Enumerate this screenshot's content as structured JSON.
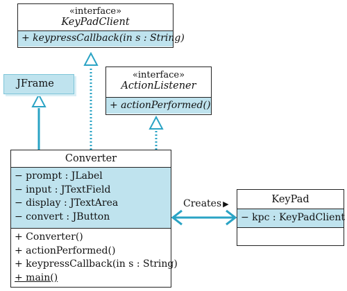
{
  "keypad_client": {
    "stereotype": "«interface»",
    "name": "KeyPadClient",
    "ops": [
      "+ keypressCallback(in s : String)"
    ]
  },
  "action_listener": {
    "stereotype": "«interface»",
    "name": "ActionListener",
    "ops": [
      "+ actionPerformed()"
    ]
  },
  "jframe": {
    "name": "JFrame"
  },
  "converter": {
    "name": "Converter",
    "attrs": [
      "− prompt : JLabel",
      "− input : JTextField",
      "− display : JTextArea",
      "− convert : JButton"
    ],
    "ops": [
      "+ Converter()",
      "+ actionPerformed()",
      "+ keypressCallback(in s : String)",
      "+ main()"
    ]
  },
  "keypad": {
    "name": "KeyPad",
    "attrs": [
      "− kpc : KeyPadClient"
    ]
  },
  "relation": {
    "label": "Creates",
    "arrow_glyph": "▶"
  },
  "colors": {
    "fill": "#bfe3ee",
    "connector": "#2aa3c4",
    "border": "#222222"
  }
}
